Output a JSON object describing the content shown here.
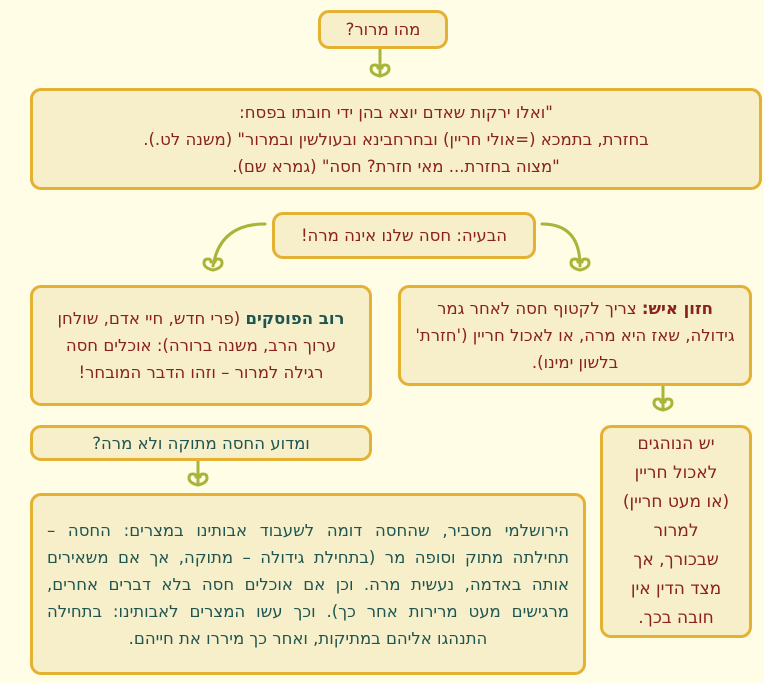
{
  "title": "מהו מרור?",
  "quote": {
    "lines": [
      "\"ואלו ירקות שאדם יוצא בהן ידי חובתו בפסח:",
      "בחזרת, בתמכא (=אולי חריין) ובחרחבינא ובעולשין ובמרור\" (משנה לט.).",
      "\"מצוה בחזרת... מאי חזרת? חסה\" (גמרא שם)."
    ]
  },
  "problem": "הבעיה: חסה שלנו אינה מרה!",
  "majority": {
    "bold": "רוב הפוסקים",
    "text": " (פרי חדש, חיי אדם, שולחן ערוך הרב, משנה ברורה): אוכלים חסה רגילה למרור – וזהו הדבר המובחר!"
  },
  "chazon_ish": {
    "bold": "חזון איש:",
    "text": " צריך לקטוף חסה לאחר גמר גידולה, שאז היא מרה, או לאכול חריין ('חזרת' בלשון ימינו)."
  },
  "custom": "יש הנוהגים לאכול חריין (או מעט חריין) למרור שבכורך, אך מצד הדין אין חובה בכך.",
  "why_question": "ומדוע החסה מתוקה ולא מרה?",
  "yerushalmi": "הירושלמי מסביר, שהחסה דומה לשעבוד אבותינו במצרים: החסה – תחילתה מתוק וסופה מר (בתחילת גידולה – מתוקה, אך אם משאירים אותה באדמה, נעשית מרה. וכן אם אוכלים חסה בלא דברים אחרים, מרגישים מעט מרירות אחר כך). וכך עשו המצרים לאבותינו: בתחילה התנהגו אליהם במתיקות, ואחר כך מיררו את חייהם.",
  "colors": {
    "background": "#fffde6",
    "box_fill": "#f6efc9",
    "box_border": "#e4b133",
    "maroon": "#8a2121",
    "teal": "#1e5552",
    "connector": "#a9b53a"
  }
}
